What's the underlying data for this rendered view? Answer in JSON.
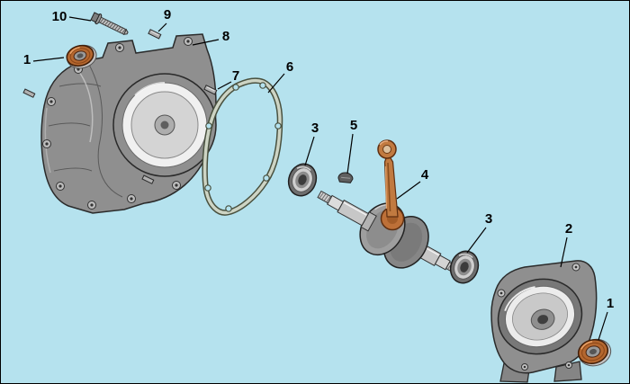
{
  "diagram": {
    "type": "exploded-parts-diagram",
    "background_color": "#b5e2ee",
    "border_color": "#000000",
    "palette": {
      "housing_gray": "#8f8f8f",
      "outline_dark": "#2a2a2a",
      "metal_light": "#c7c7c7",
      "bearing_outer": "#6e6e6e",
      "bearing_inner": "#cfcfcf",
      "rod_orange": "#c17a40",
      "seal_orange": "#b4672f",
      "gasket_light": "#cdd4c4",
      "gasket_dark": "#49513f"
    },
    "labels": [
      {
        "text": "10",
        "part": "flange-bolt"
      },
      {
        "text": "9",
        "part": "dowel-pin-upper"
      },
      {
        "text": "8",
        "part": "crankcase-half-flywheel-side"
      },
      {
        "text": "1",
        "part": "oil-seal-left"
      },
      {
        "text": "7",
        "part": "dowel-pin-middle"
      },
      {
        "text": "6",
        "part": "crankcase-gasket"
      },
      {
        "text": "3",
        "part": "main-bearing-left"
      },
      {
        "text": "5",
        "part": "woodruff-key"
      },
      {
        "text": "4",
        "part": "crankshaft-with-connecting-rod"
      },
      {
        "text": "3",
        "part": "main-bearing-right"
      },
      {
        "text": "2",
        "part": "crankcase-half-clutch-side"
      },
      {
        "text": "1",
        "part": "oil-seal-right"
      }
    ]
  }
}
